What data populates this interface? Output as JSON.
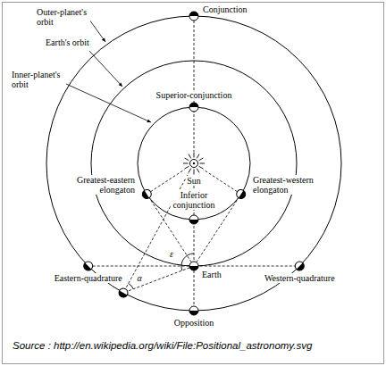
{
  "diagram": {
    "caption": "Source : http://en.wikipedia.org/wiki/File:Positional_astronomy.svg",
    "labels": [
      "Outer-planet's orbit",
      "Earth's orbit",
      "Inner-planet's orbit",
      "Conjunction",
      "Superior-conjunction",
      "Sun",
      "Greatest-eastern elongaton",
      "Greatest-western elongaton",
      "Inferior conjunction",
      "Eastern-quadrature",
      "Western-quadrature",
      "Earth",
      "Opposition",
      "α",
      "ε"
    ]
  }
}
